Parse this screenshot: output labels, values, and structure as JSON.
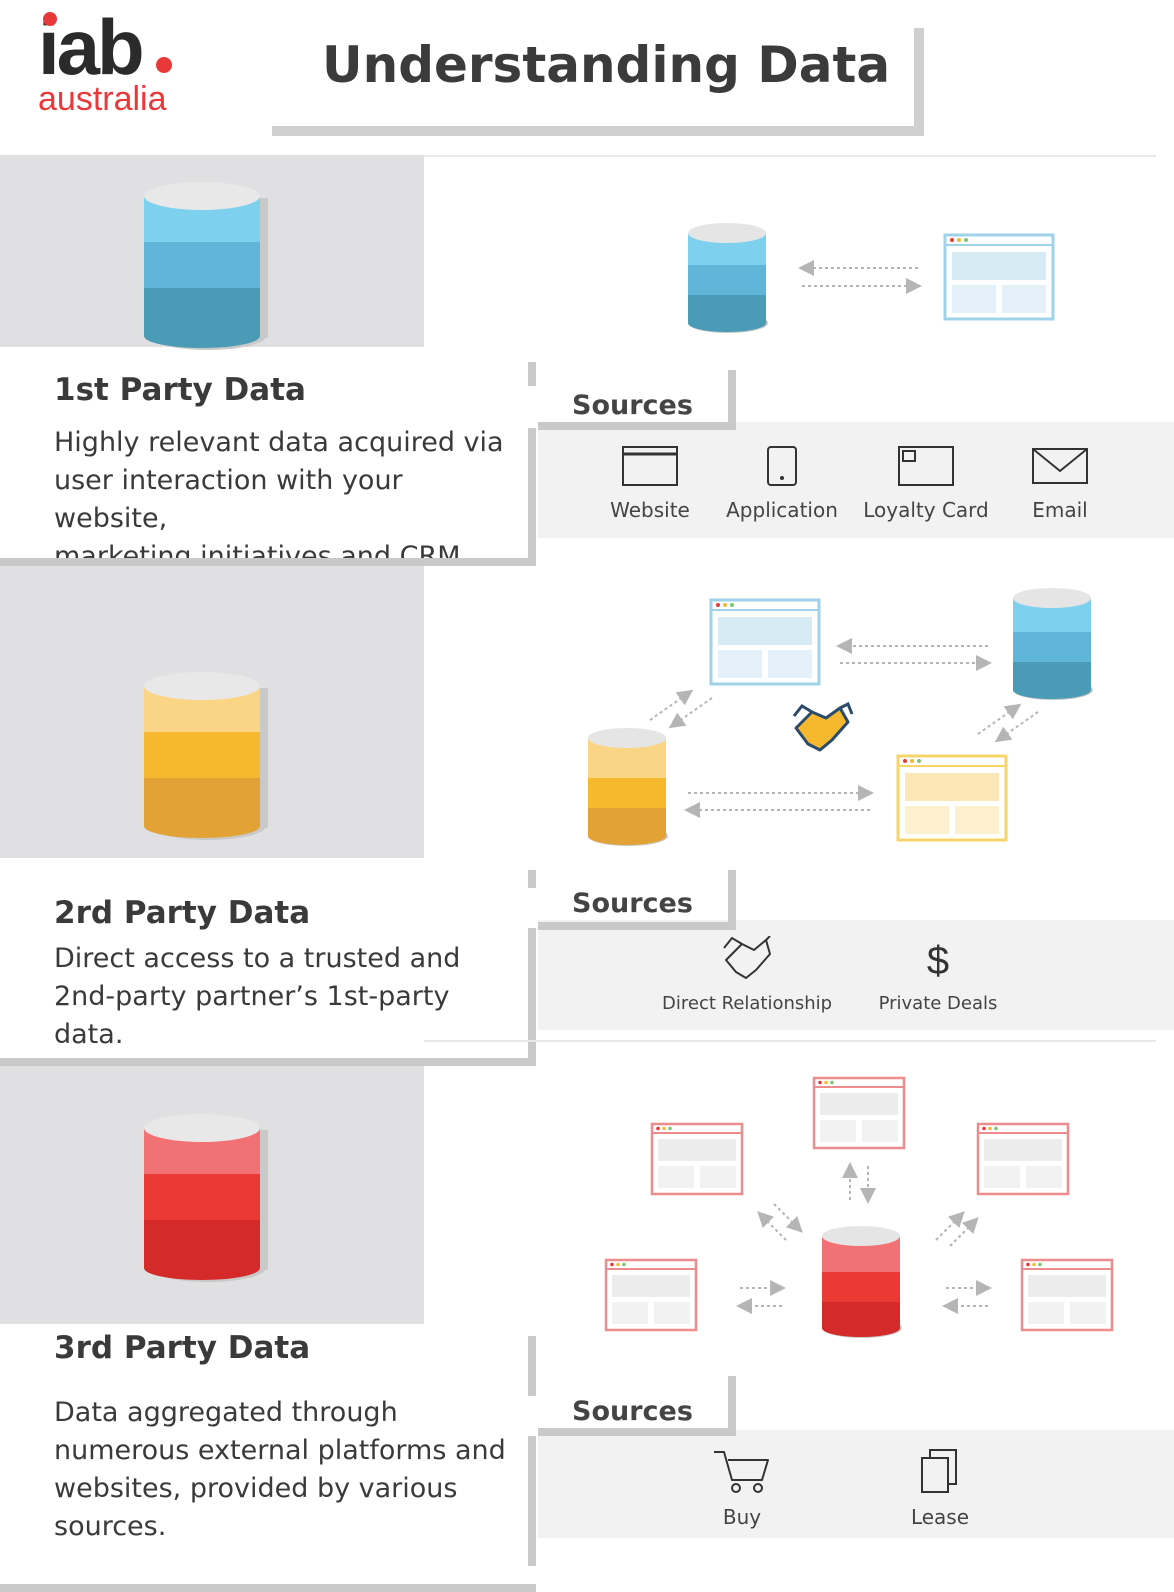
{
  "header": {
    "logo_main": "iab",
    "logo_sub": "australia",
    "title": "Understanding Data"
  },
  "colors": {
    "first_party": [
      "#7dd0ee",
      "#5fb6d8",
      "#4a9bb6"
    ],
    "second_party": [
      "#fbd586",
      "#f6b82f",
      "#e3a236"
    ],
    "third_party": [
      "#f17174",
      "#eb3a34",
      "#d42a2a"
    ],
    "accent": "#e8383a"
  },
  "sections": [
    {
      "title": "1st Party Data",
      "description": [
        "Highly relevant data acquired via",
        "user interaction with your website,",
        "marketing initiatives and CRM."
      ],
      "sources_label": "Sources",
      "sources": [
        {
          "label": "Website",
          "icon": "browser-window-icon"
        },
        {
          "label": "Application",
          "icon": "mobile-phone-icon"
        },
        {
          "label": "Loyalty Card",
          "icon": "loyalty-card-icon"
        },
        {
          "label": "Email",
          "icon": "envelope-icon"
        }
      ]
    },
    {
      "title": "2rd Party Data",
      "description": [
        "Direct access to a trusted and",
        "2nd-party partner’s 1st-party data."
      ],
      "sources_label": "Sources",
      "sources": [
        {
          "label": "Direct Relationship",
          "icon": "handshake-icon"
        },
        {
          "label": "Private Deals",
          "icon": "dollar-sign-icon"
        }
      ]
    },
    {
      "title": "3rd Party Data",
      "description": [
        "Data aggregated through",
        "numerous external platforms and",
        "websites, provided by various",
        "sources."
      ],
      "sources_label": "Sources",
      "sources": [
        {
          "label": "Buy",
          "icon": "shopping-cart-icon"
        },
        {
          "label": "Lease",
          "icon": "copy-documents-icon"
        }
      ]
    }
  ]
}
